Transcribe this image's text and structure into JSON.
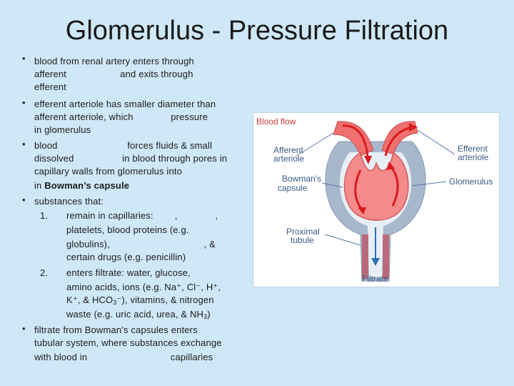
{
  "title": "Glomerulus - Pressure Filtration",
  "bullets": [
    {
      "lines": [
        "blood from renal artery enters through",
        "afferent                    and exits through",
        "efferent"
      ]
    },
    {
      "lines": [
        "efferent arteriole has smaller diameter than",
        "afferent arteriole, which              pressure",
        "in glomerulus"
      ]
    },
    {
      "lines": [
        "blood                          forces fluids & small",
        "dissolved                  in blood through pores in",
        "capillary walls from glomerulus into"
      ],
      "line4_prefix": "in ",
      "line4_bold": "Bowman’s capsule"
    },
    {
      "lines": [
        "substances that:"
      ]
    },
    {
      "lines": [
        "filtrate from Bowman’s capsules enters",
        "tubular system, where substances exchange",
        "with blood in                               capillaries"
      ]
    }
  ],
  "sub_items": [
    {
      "num": "1.",
      "lines": [
        "remain in capillaries:        ,              ,",
        "platelets, blood proteins (e.g.",
        "globulins),                                   , &",
        "certain drugs (e.g. penicillin)"
      ]
    },
    {
      "num": "2.",
      "lines": [
        "enters filtrate: water, glucose,",
        "amino acids, ions (e.g. Na⁺, Cl⁻, H⁺,"
      ],
      "line3_a": "K⁺, & HCO",
      "line3_sub": "3",
      "line3_b": "⁻), vitamins, & nitrogen",
      "line4_a": "waste (e.g. uric acid, urea, & NH",
      "line4_sub": "3",
      "line4_b": ")"
    }
  ],
  "diagram": {
    "blood_flow": "Blood flow",
    "afferent_1": "Afferent",
    "afferent_2": "arteriole",
    "efferent_1": "Efferent",
    "efferent_2": "arteriole",
    "bowmans_1": "Bowman's",
    "bowmans_2": "capsule",
    "glomerulus": "Glomerulus",
    "proximal_1": "Proximal",
    "proximal_2": "tubule",
    "filtrate": "Filtrate",
    "colors": {
      "capsule": "#a8b8cc",
      "blood": "#f07070",
      "arrow": "#d81c1c",
      "text": "#3b5a85",
      "filtrate_arrow": "#2a6fb4"
    }
  }
}
